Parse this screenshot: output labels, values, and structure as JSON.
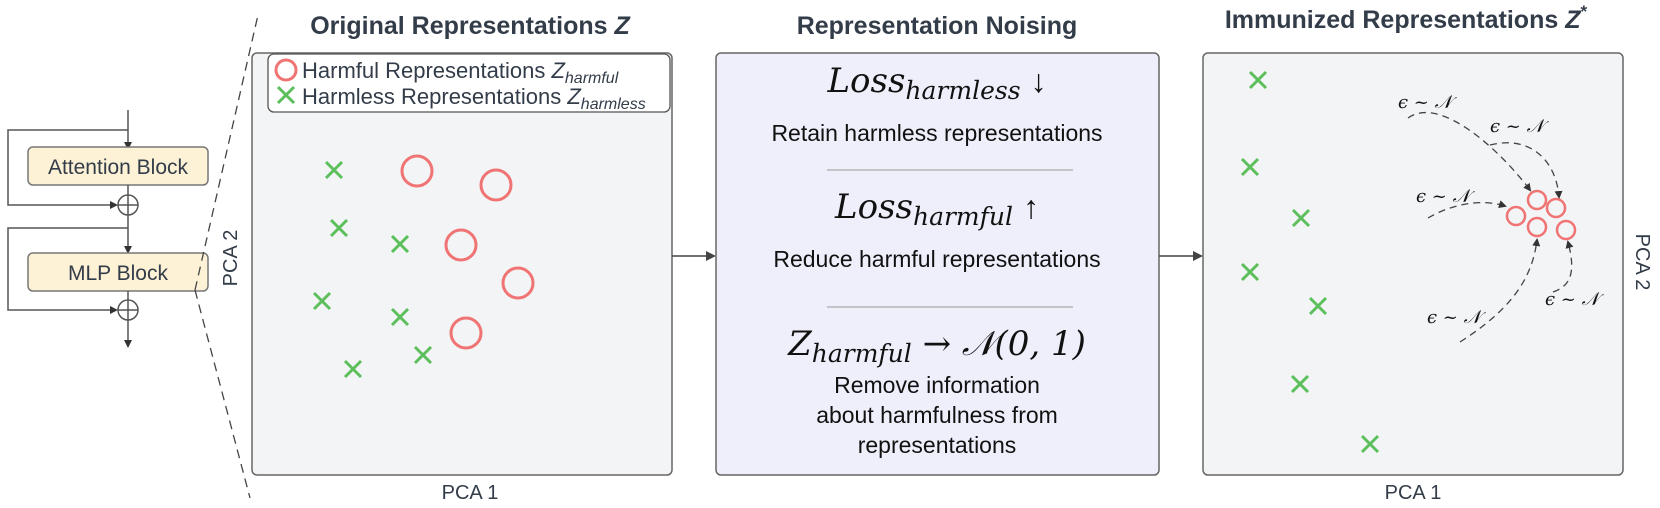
{
  "transformer": {
    "attention_block": "Attention Block",
    "mlp_block": "MLP Block"
  },
  "panels": {
    "original": {
      "title": "Original Representations ",
      "title_var": "Z",
      "x_axis": "PCA 1",
      "y_axis": "PCA 2",
      "legend": {
        "harmful_label": "Harmful Representations ",
        "harmful_var": "Z",
        "harmful_sub": "harmful",
        "harmless_label": "Harmless Representations ",
        "harmless_var": "Z",
        "harmless_sub": "harmless"
      }
    },
    "noising": {
      "title": "Representation Noising",
      "loss1_main": "Loss",
      "loss1_sub": "harmless",
      "loss1_arrow": "↓",
      "loss1_text": "Retain harmless representations",
      "loss2_main": "Loss",
      "loss2_sub": "harmful",
      "loss2_arrow": "↑",
      "loss2_text": "Reduce harmful representations",
      "eq_var": "Z",
      "eq_sub": "harmful",
      "eq_rest": " → 𝒩(0, 1)",
      "text_line1": "Remove information",
      "text_line2": "about harmfulness from",
      "text_line3": "representations"
    },
    "immunized": {
      "title": "Immunized Representations ",
      "title_var": "Z",
      "title_sup": "*",
      "x_axis": "PCA 1",
      "y_axis": "PCA 2",
      "noise_label": "ϵ ~ 𝒩"
    }
  },
  "colors": {
    "harmful": "#f07474",
    "harmless": "#5cbf5c",
    "block_fill": "#fdf2d6",
    "panel_fill": "#f3f4f6",
    "noise_panel_fill": "#efeffb"
  }
}
